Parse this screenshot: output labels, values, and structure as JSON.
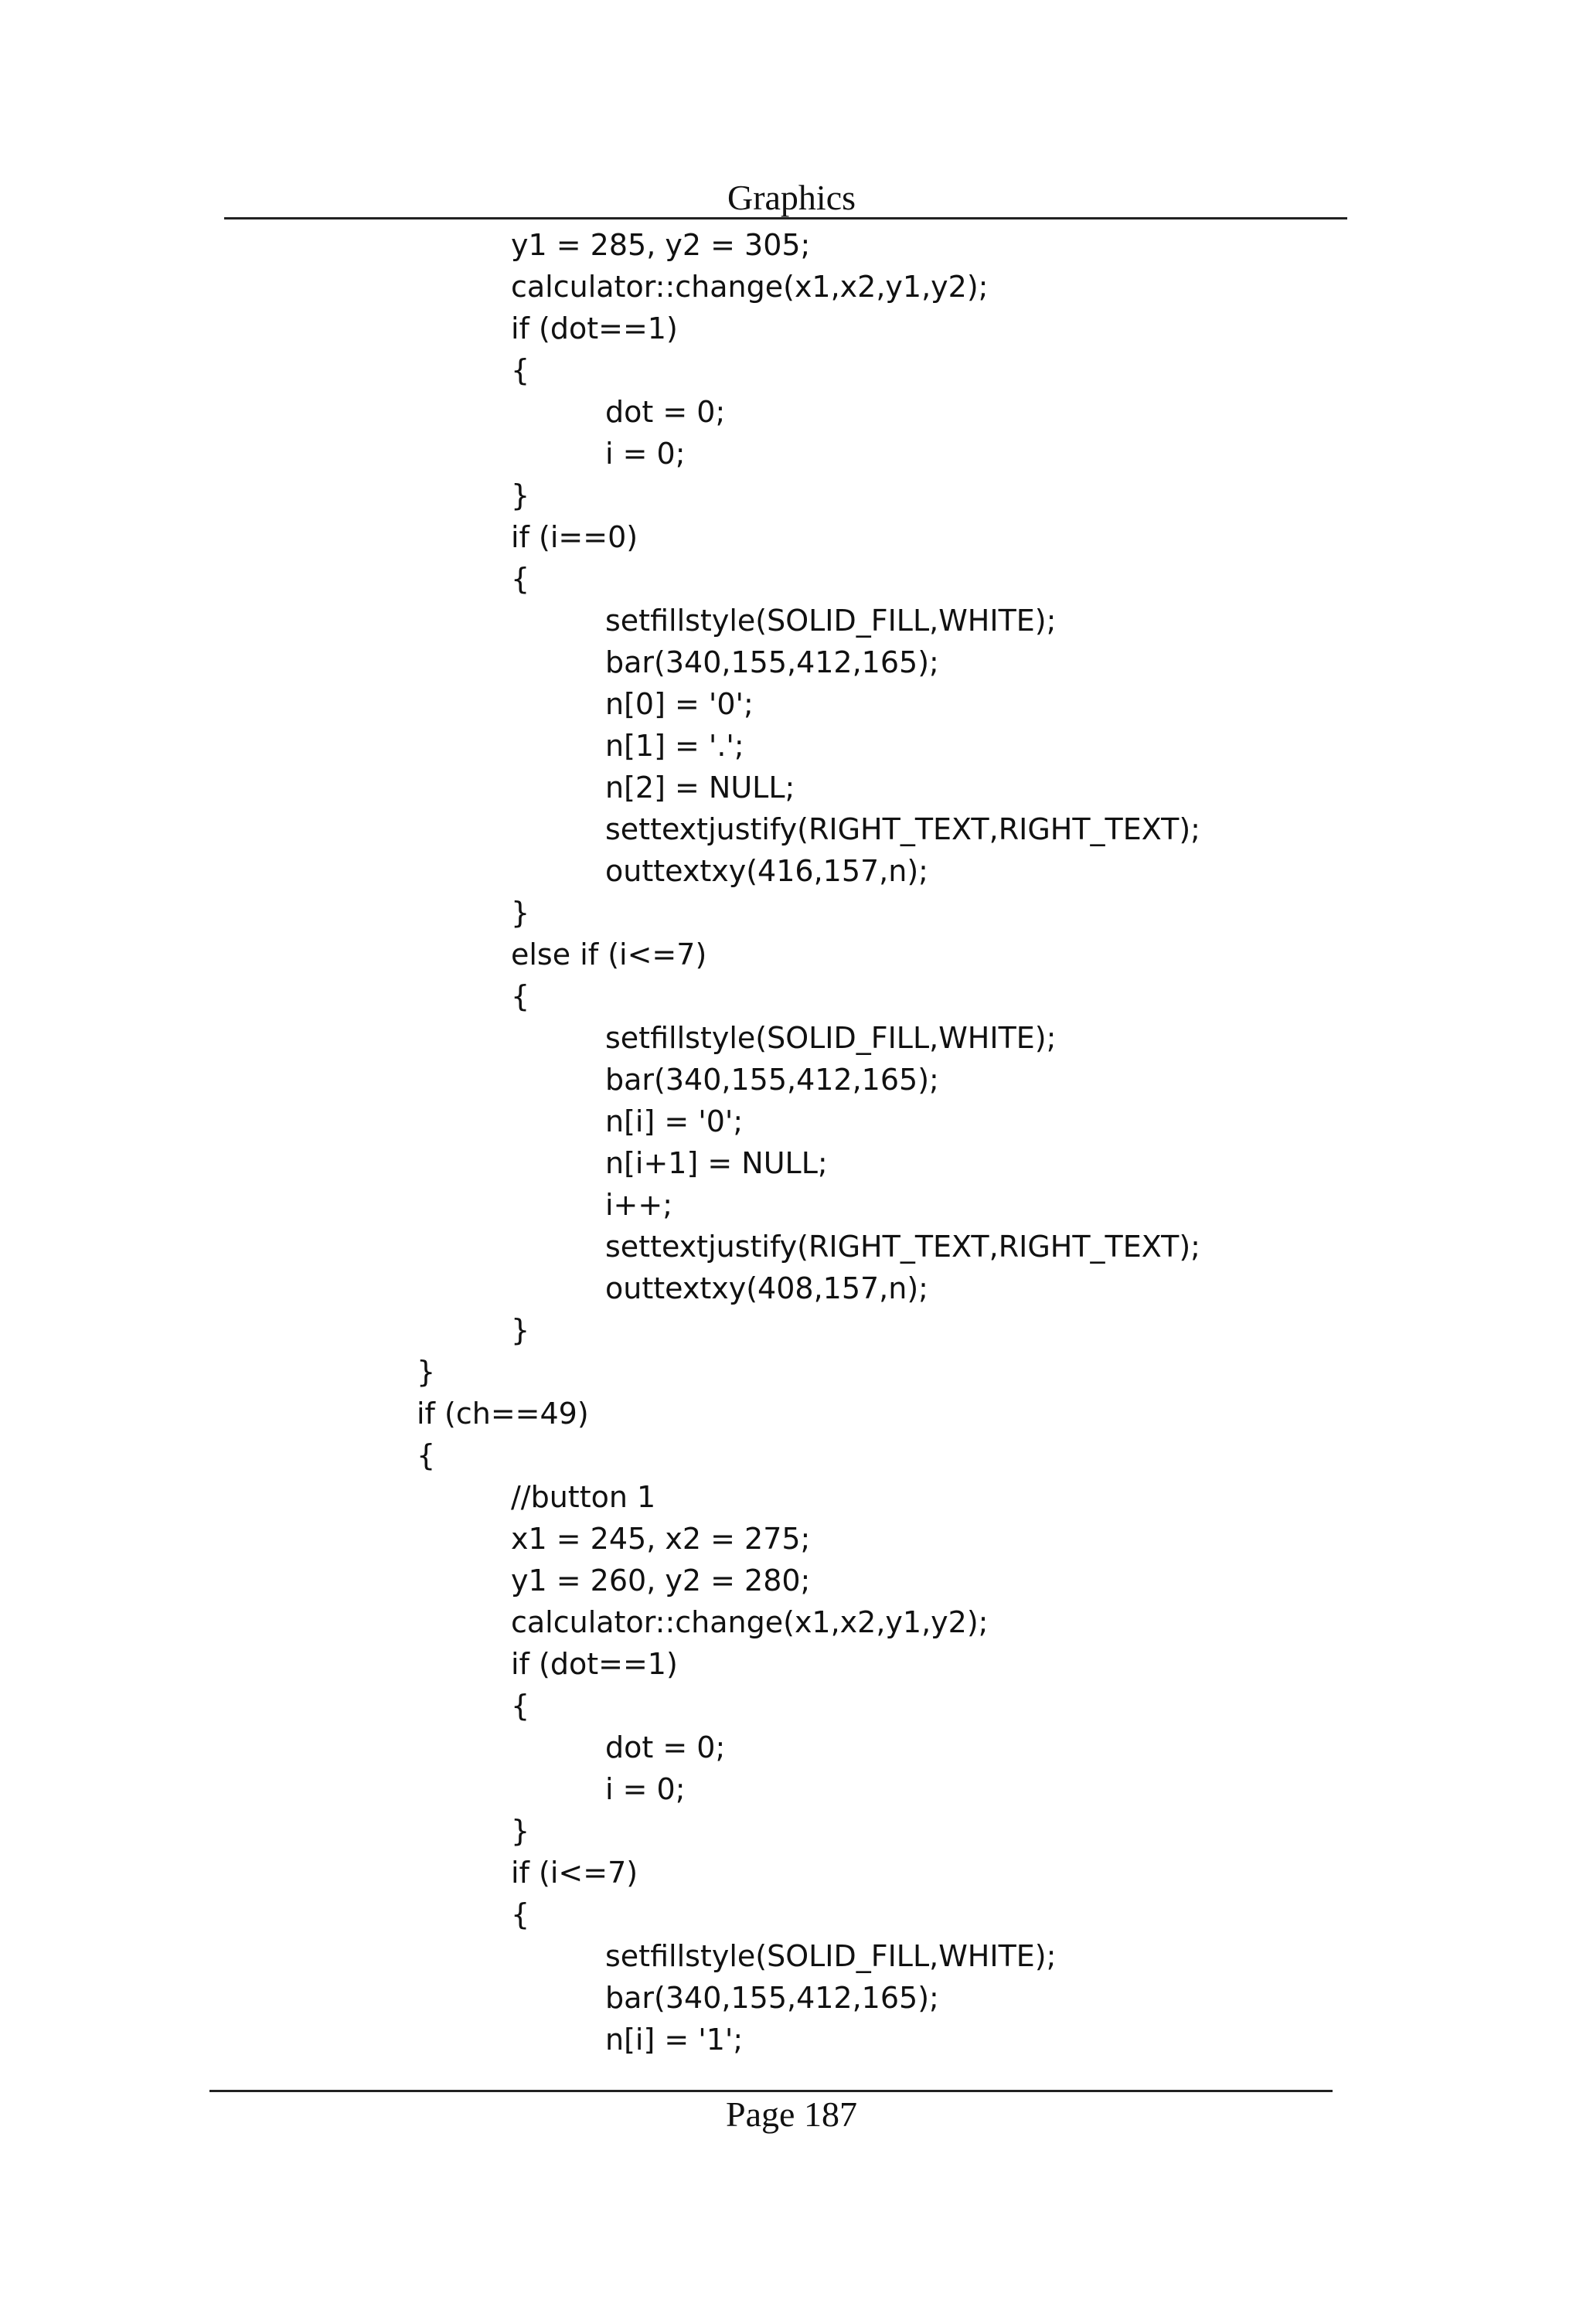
{
  "header": {
    "title": "Graphics"
  },
  "footer": {
    "page_label": "Page 187"
  },
  "code_lines": [
    "y1 = 285, y2 = 305;",
    "calculator::change(x1,x2,y1,y2);",
    "if (dot==1)",
    "{",
    "dot = 0;",
    "i = 0;",
    "}",
    "if (i==0)",
    "{",
    "setfillstyle(SOLID_FILL,WHITE);",
    "bar(340,155,412,165);",
    "n[0] = '0';",
    "n[1] = '.';",
    "n[2] = NULL;",
    "settextjustify(RIGHT_TEXT,RIGHT_TEXT);",
    "outtextxy(416,157,n);",
    "}",
    "else if (i<=7)",
    "{",
    "setfillstyle(SOLID_FILL,WHITE);",
    "bar(340,155,412,165);",
    "n[i] = '0';",
    "n[i+1] = NULL;",
    "i++;",
    "settextjustify(RIGHT_TEXT,RIGHT_TEXT);",
    "outtextxy(408,157,n);",
    "}",
    "}",
    "if (ch==49)",
    "{",
    "//button 1",
    "x1 = 245, x2 = 275;",
    "y1 = 260, y2 = 280;",
    "calculator::change(x1,x2,y1,y2);",
    "if (dot==1)",
    "{",
    "dot = 0;",
    "i = 0;",
    "}",
    "if (i<=7)",
    "{",
    "setfillstyle(SOLID_FILL,WHITE);",
    "bar(340,155,412,165);",
    "n[i] = '1';"
  ]
}
